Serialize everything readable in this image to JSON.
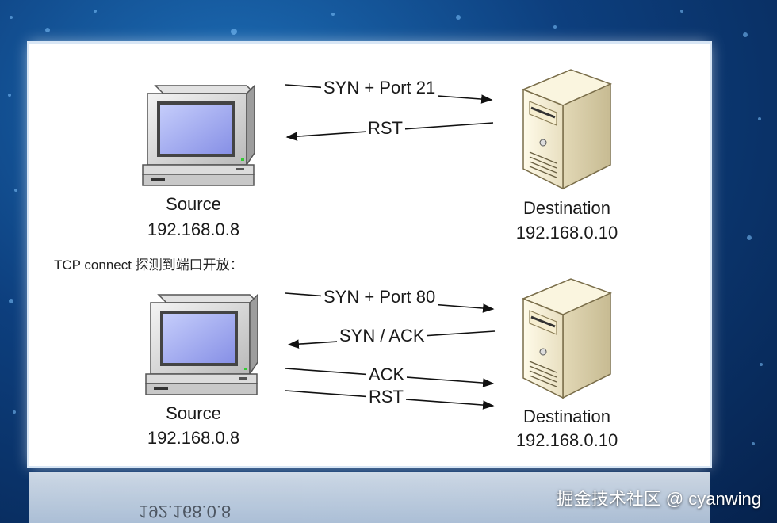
{
  "diagram": {
    "top": {
      "source_name": "Source",
      "source_ip": "192.168.0.8",
      "dest_name": "Destination",
      "dest_ip": "192.168.0.10",
      "msg1": "SYN + Port 21",
      "msg2": "RST"
    },
    "caption": "TCP connect 探测到端口开放：",
    "bottom": {
      "source_name": "Source",
      "source_ip": "192.168.0.8",
      "dest_name": "Destination",
      "dest_ip": "192.168.0.10",
      "msg1": "SYN + Port 80",
      "msg2": "SYN / ACK",
      "msg3": "ACK",
      "msg4": "RST"
    },
    "reflection_text": "192.168.0.8"
  },
  "watermark": "掘金技术社区 @ cyanwing",
  "colors": {
    "background": "#0d3f7e",
    "slide": "#ffffff",
    "monitor_screen": "#9aa6f0",
    "server_body": "#f2ecd6"
  },
  "icons": [
    "computer-icon",
    "server-icon"
  ]
}
